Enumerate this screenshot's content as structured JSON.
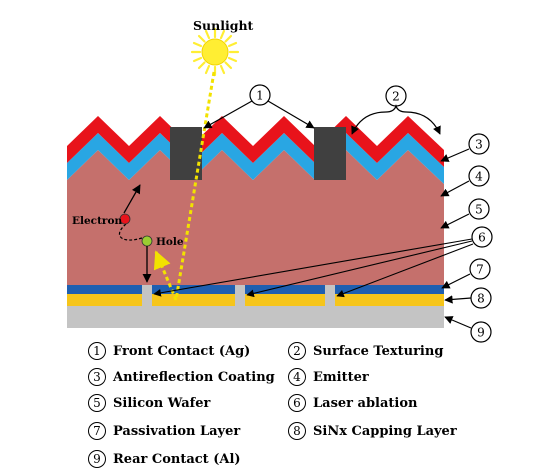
{
  "labels": {
    "sunlight": "Sunlight",
    "electron": "Electron",
    "hole": "Hole"
  },
  "callouts": [
    "1",
    "2",
    "3",
    "4",
    "5",
    "6",
    "7",
    "8",
    "9"
  ],
  "legend": [
    {
      "num": "1",
      "text": "Front Contact (Ag)"
    },
    {
      "num": "2",
      "text": "Surface Texturing"
    },
    {
      "num": "3",
      "text": "Antireflection Coating"
    },
    {
      "num": "4",
      "text": "Emitter"
    },
    {
      "num": "5",
      "text": "Silicon Wafer"
    },
    {
      "num": "6",
      "text": "Laser ablation"
    },
    {
      "num": "7",
      "text": "Passivation Layer"
    },
    {
      "num": "8",
      "text": "SiNx Capping Layer"
    },
    {
      "num": "9",
      "text": "Rear Contact (Al)"
    }
  ],
  "colors": {
    "arc": "#e8131b",
    "emitter": "#29a6e3",
    "wafer": "#c5706c",
    "passivation": "#1f5fb0",
    "capping": "#f6c51a",
    "rear_contact": "#c4c4c4",
    "front_contact": "#404040",
    "sun": "#ffee33",
    "hole": "#9acd32",
    "electron": "#e8131b"
  }
}
